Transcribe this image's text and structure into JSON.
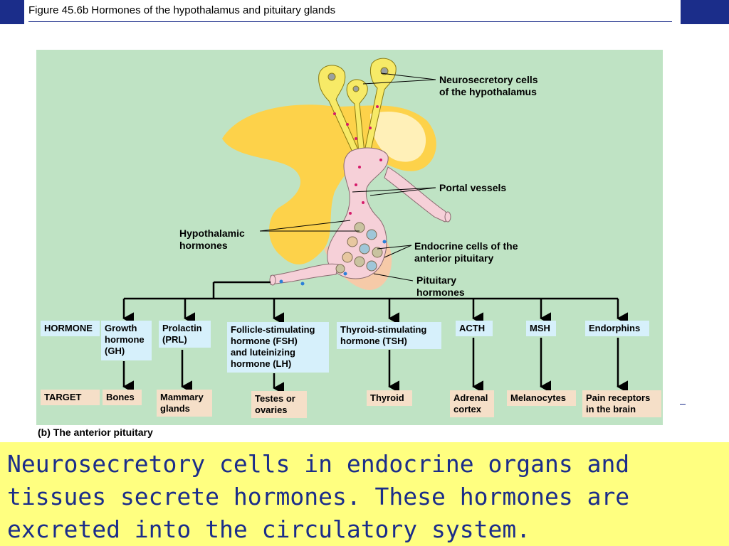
{
  "header": {
    "title": "Figure 45.6b  Hormones of the hypothalamus and pituitary glands"
  },
  "colors": {
    "accent": "#1b2d8a",
    "diagram_bg": "#bfe3c4",
    "highlight_bg": "#ffff80",
    "hormone_box": "#d6f0fb",
    "target_box": "#f5dfc8",
    "gland_yellow": "#fdd24a",
    "vessel_pink": "#f6d0d8"
  },
  "diagram": {
    "labels": {
      "neurosecretory_cells": "Neurosecretory cells\nof the hypothalamus",
      "portal_vessels": "Portal vessels",
      "hypothalamic_hormones": "Hypothalamic\nhormones",
      "endocrine_cells": "Endocrine cells of the\nanterior pituitary",
      "pituitary_hormones": "Pituitary\nhormones"
    },
    "row_labels": {
      "hormone": "HORMONE",
      "target": "TARGET"
    },
    "hormones": [
      {
        "name": "Growth\nhormone\n(GH)",
        "target": "Bones"
      },
      {
        "name": "Prolactin\n(PRL)",
        "target": "Mammary\nglands"
      },
      {
        "name": "Follicle-stimulating\nhormone (FSH)\nand luteinizing\nhormone (LH)",
        "target": "Testes or\novaries"
      },
      {
        "name": "Thyroid-stimulating\nhormone (TSH)",
        "target": "Thyroid"
      },
      {
        "name": "ACTH",
        "target": "Adrenal\ncortex"
      },
      {
        "name": "MSH",
        "target": "Melanocytes"
      },
      {
        "name": "Endorphins",
        "target": "Pain receptors\nin the brain"
      }
    ],
    "caption": "(b) The anterior pituitary"
  },
  "body_text": "Neurosecretory cells in endocrine organs and tissues secrete hormones.  These hormones are excreted into the circulatory system."
}
